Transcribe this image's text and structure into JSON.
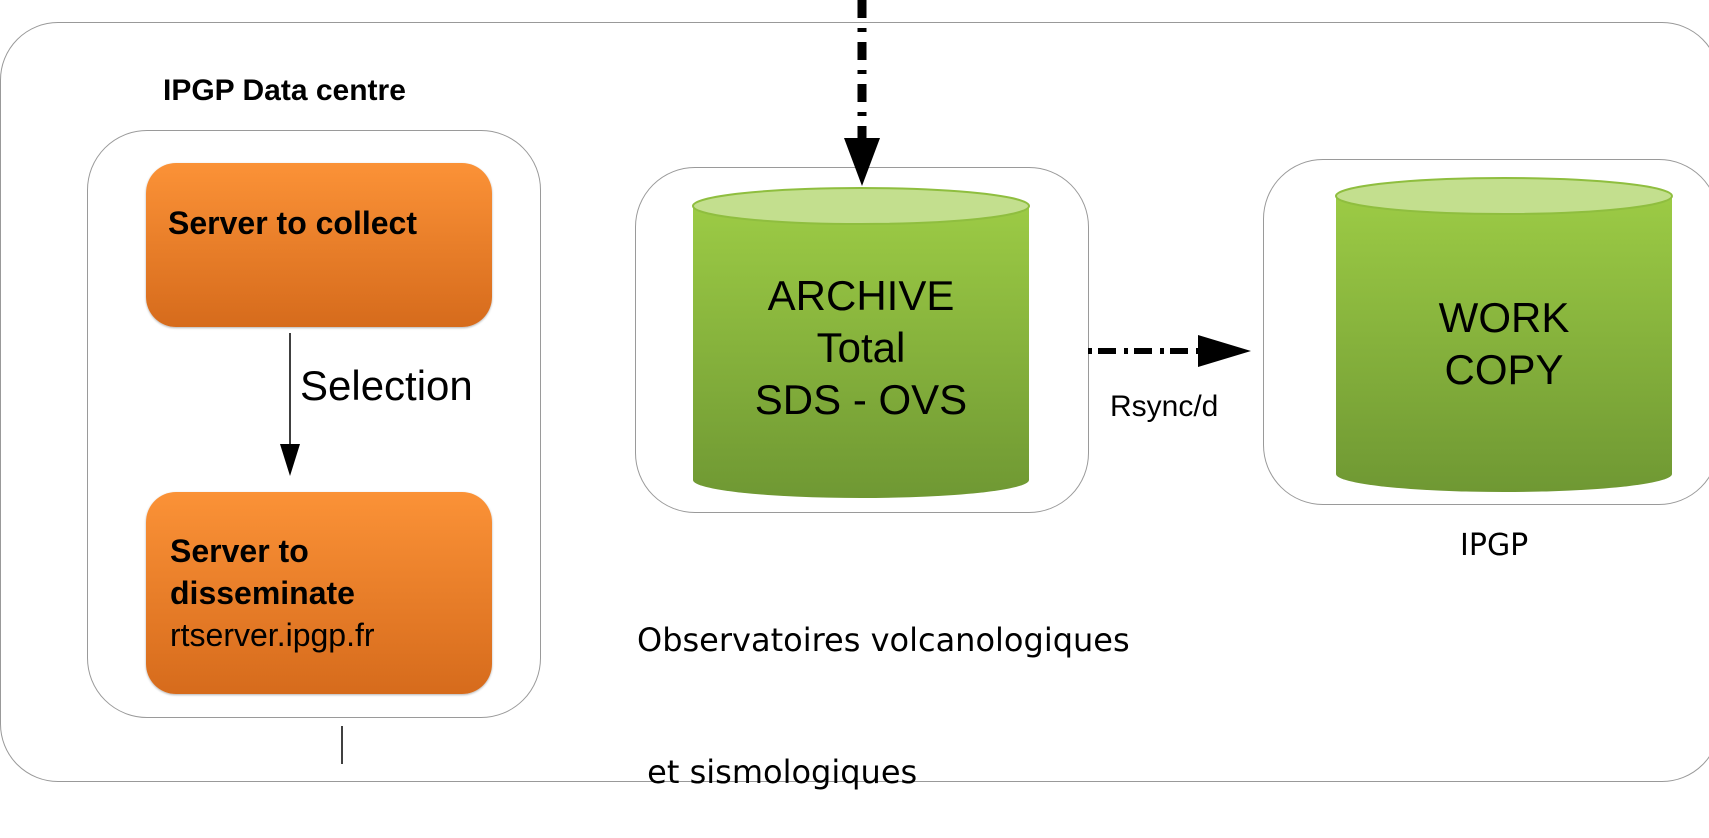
{
  "data_centre": {
    "title": "IPGP Data centre",
    "collect_server": {
      "title": "Server to collect"
    },
    "selection_label": "Selection",
    "disseminate_server": {
      "title_line1": "Server to",
      "title_line2": "disseminate",
      "host": "rtserver.ipgp.fr"
    }
  },
  "archive": {
    "line1": "ARCHIVE",
    "line2": "Total",
    "line3": "SDS - OVS",
    "caption_line1": "Observatoires volcanologiques",
    "caption_line2": " et sismologiques"
  },
  "sync_label": "Rsync/d",
  "work_copy": {
    "line1": "WORK",
    "line2": "COPY",
    "caption": "IPGP"
  },
  "colors": {
    "orange_top": "#fb9237",
    "orange_bottom": "#d66b1c",
    "green_top": "#c3df8e",
    "green_body": "#8fbe3f",
    "green_bottom": "#6f9833"
  }
}
